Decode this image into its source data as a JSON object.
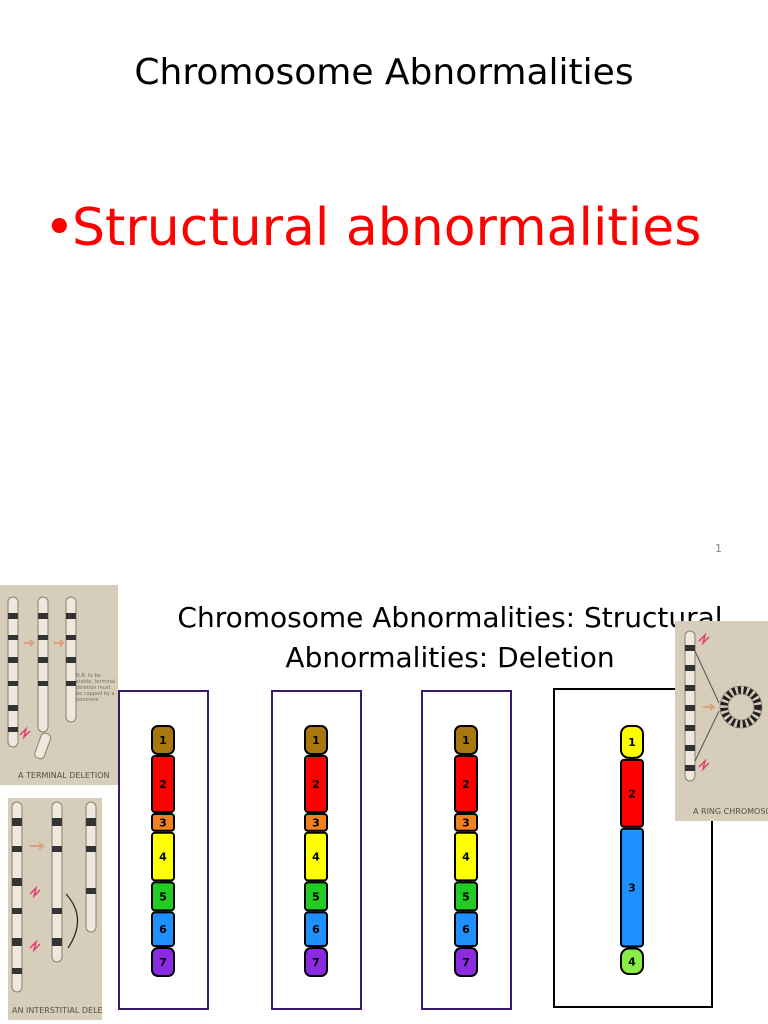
{
  "slide1": {
    "title": "Chromosome Abnormalities",
    "bullet_symbol": "•",
    "bullet": "Structural abnormalities",
    "page_number": "1"
  },
  "slide2": {
    "title_line1": "Chromosome Abnormalities: Structural",
    "title_line2": "Abnormalities: Deletion",
    "photo_terminal_label": "A TERMINAL DELETION",
    "photo_terminal_note": "N.B. to be stable, terminal deletion must be capped by a telomere",
    "photo_interstitial_label": "AN INTERSTITIAL DELETION",
    "photo_ring_label": "A RING CHROMOSOME",
    "chromosomes": [
      {
        "border": "#3b1a6b",
        "segments": [
          {
            "label": "1",
            "color": "#a8770f",
            "size": 1
          },
          {
            "label": "2",
            "color": "#ff0000",
            "size": 2
          },
          {
            "label": "3",
            "color": "#f08020",
            "size": 0.6
          },
          {
            "label": "4",
            "color": "#ffff00",
            "size": 1.7
          },
          {
            "label": "5",
            "color": "#22cc22",
            "size": 1
          },
          {
            "label": "6",
            "color": "#1e90ff",
            "size": 1.2
          },
          {
            "label": "7",
            "color": "#8a2be2",
            "size": 1
          }
        ]
      },
      {
        "border": "#3b1a6b",
        "segments": [
          {
            "label": "1",
            "color": "#a8770f",
            "size": 1
          },
          {
            "label": "2",
            "color": "#ff0000",
            "size": 2
          },
          {
            "label": "3",
            "color": "#f08020",
            "size": 0.6
          },
          {
            "label": "4",
            "color": "#ffff00",
            "size": 1.7
          },
          {
            "label": "5",
            "color": "#22cc22",
            "size": 1
          },
          {
            "label": "6",
            "color": "#1e90ff",
            "size": 1.2
          },
          {
            "label": "7",
            "color": "#8a2be2",
            "size": 1
          }
        ]
      },
      {
        "border": "#3b1a6b",
        "segments": [
          {
            "label": "1",
            "color": "#a8770f",
            "size": 1
          },
          {
            "label": "2",
            "color": "#ff0000",
            "size": 2
          },
          {
            "label": "3",
            "color": "#f08020",
            "size": 0.6
          },
          {
            "label": "4",
            "color": "#ffff00",
            "size": 1.7
          },
          {
            "label": "5",
            "color": "#22cc22",
            "size": 1
          },
          {
            "label": "6",
            "color": "#1e90ff",
            "size": 1.2
          },
          {
            "label": "7",
            "color": "#8a2be2",
            "size": 1
          }
        ]
      },
      {
        "border": "#000000",
        "segments": [
          {
            "label": "1",
            "color": "#ffff00",
            "size": 1
          },
          {
            "label": "2",
            "color": "#ff0000",
            "size": 2.1
          },
          {
            "label": "3",
            "color": "#1e90ff",
            "size": 3.7
          },
          {
            "label": "4",
            "color": "#88ee44",
            "size": 0.8
          }
        ]
      }
    ]
  }
}
